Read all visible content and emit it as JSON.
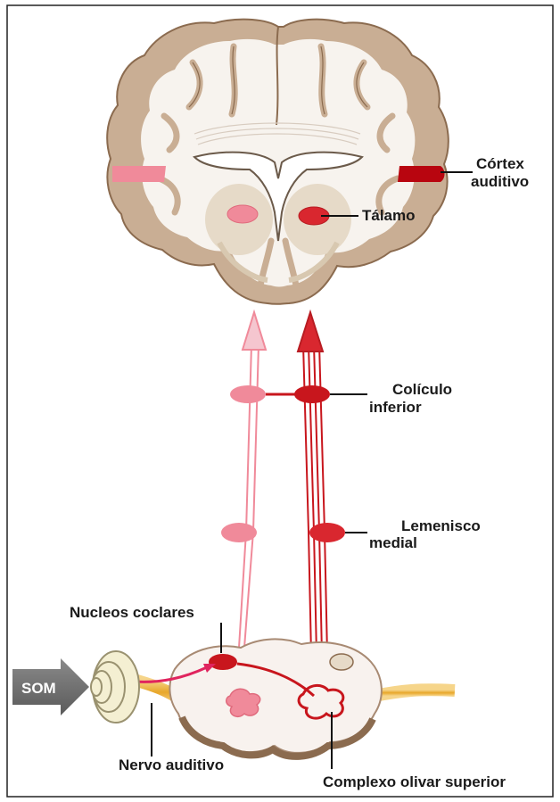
{
  "labels": {
    "cortex_line1": "Córtex",
    "cortex_line2": "auditivo",
    "thalamus": "Tálamo",
    "colliculus_line1": "Colículo",
    "colliculus_line2": "inferior",
    "lemniscus_line1": "Lemenisco",
    "lemniscus_line2": "medial",
    "cochlear_nuclei": "Nucleos coclares",
    "auditory_nerve": "Nervo auditivo",
    "superior_olive": "Complexo olivar superior",
    "sound": "SOM"
  },
  "colors": {
    "pathway_light": "#f08a9a",
    "pathway_dark": "#c8161d",
    "brain_gray_matter": "#c9ae94",
    "brain_white_matter": "#f7f3ee",
    "nerve": "#e8b23a"
  }
}
